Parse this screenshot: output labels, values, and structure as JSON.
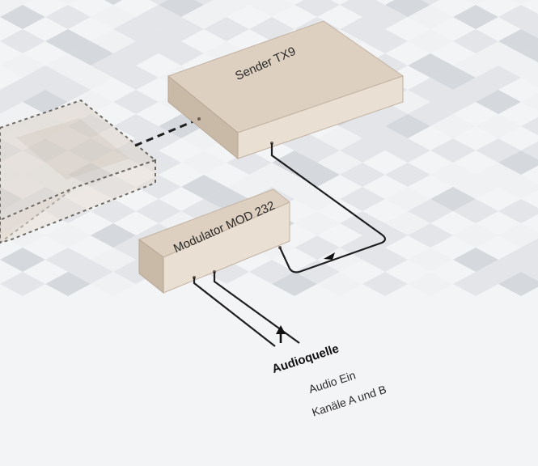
{
  "devices": {
    "sender": {
      "label": "Sender TX9"
    },
    "modulator": {
      "label": "Modulator MOD 232"
    }
  },
  "source": {
    "title": "Audioquelle",
    "line1": "Audio Ein",
    "line2": "Kanäle A und B"
  },
  "colors": {
    "box_top": "#ddd0c0",
    "box_front": "#eadfd3",
    "box_side": "#c9b9a7",
    "wire": "#1f1f1f",
    "ghost_fill": "#dbd2c8",
    "tile_dark": "#cfd3d9",
    "tile_mid": "#dfe2e6",
    "tile_light": "#eef0f2"
  }
}
